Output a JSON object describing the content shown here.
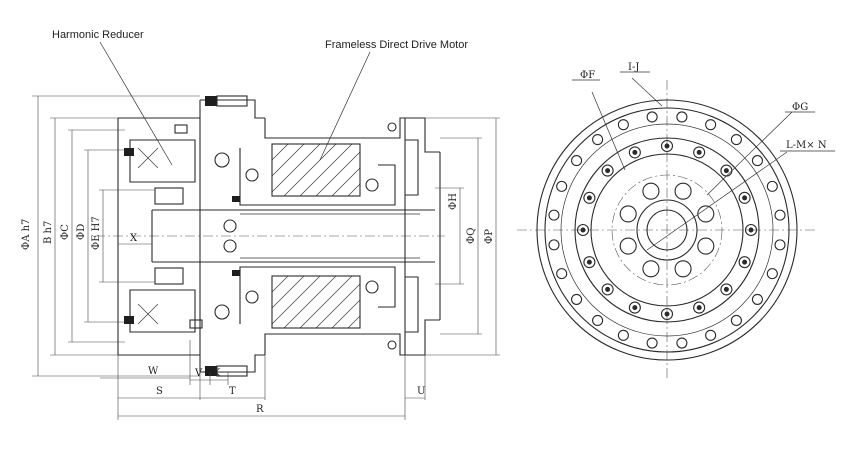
{
  "callouts": {
    "harmonic_reducer": "Harmonic Reducer",
    "motor": "Frameless Direct Drive Motor"
  },
  "dimensions_vertical": {
    "phiA": "ΦA h7",
    "B": "B h7",
    "phiC": "ΦC",
    "phiD": "ΦD",
    "phiE": "ΦE H7",
    "phiH": "ΦH",
    "phiQ": "ΦQ",
    "phiP": "ΦP"
  },
  "dimensions_horizontal": {
    "X": "X",
    "W": "W",
    "V": "V",
    "K": "K",
    "S": "S",
    "T": "T",
    "R": "R",
    "U": "U"
  },
  "front_view": {
    "phiF": "ΦF",
    "IJ": "I-J",
    "phiG": "ΦG",
    "LMN": "L-M× N"
  }
}
